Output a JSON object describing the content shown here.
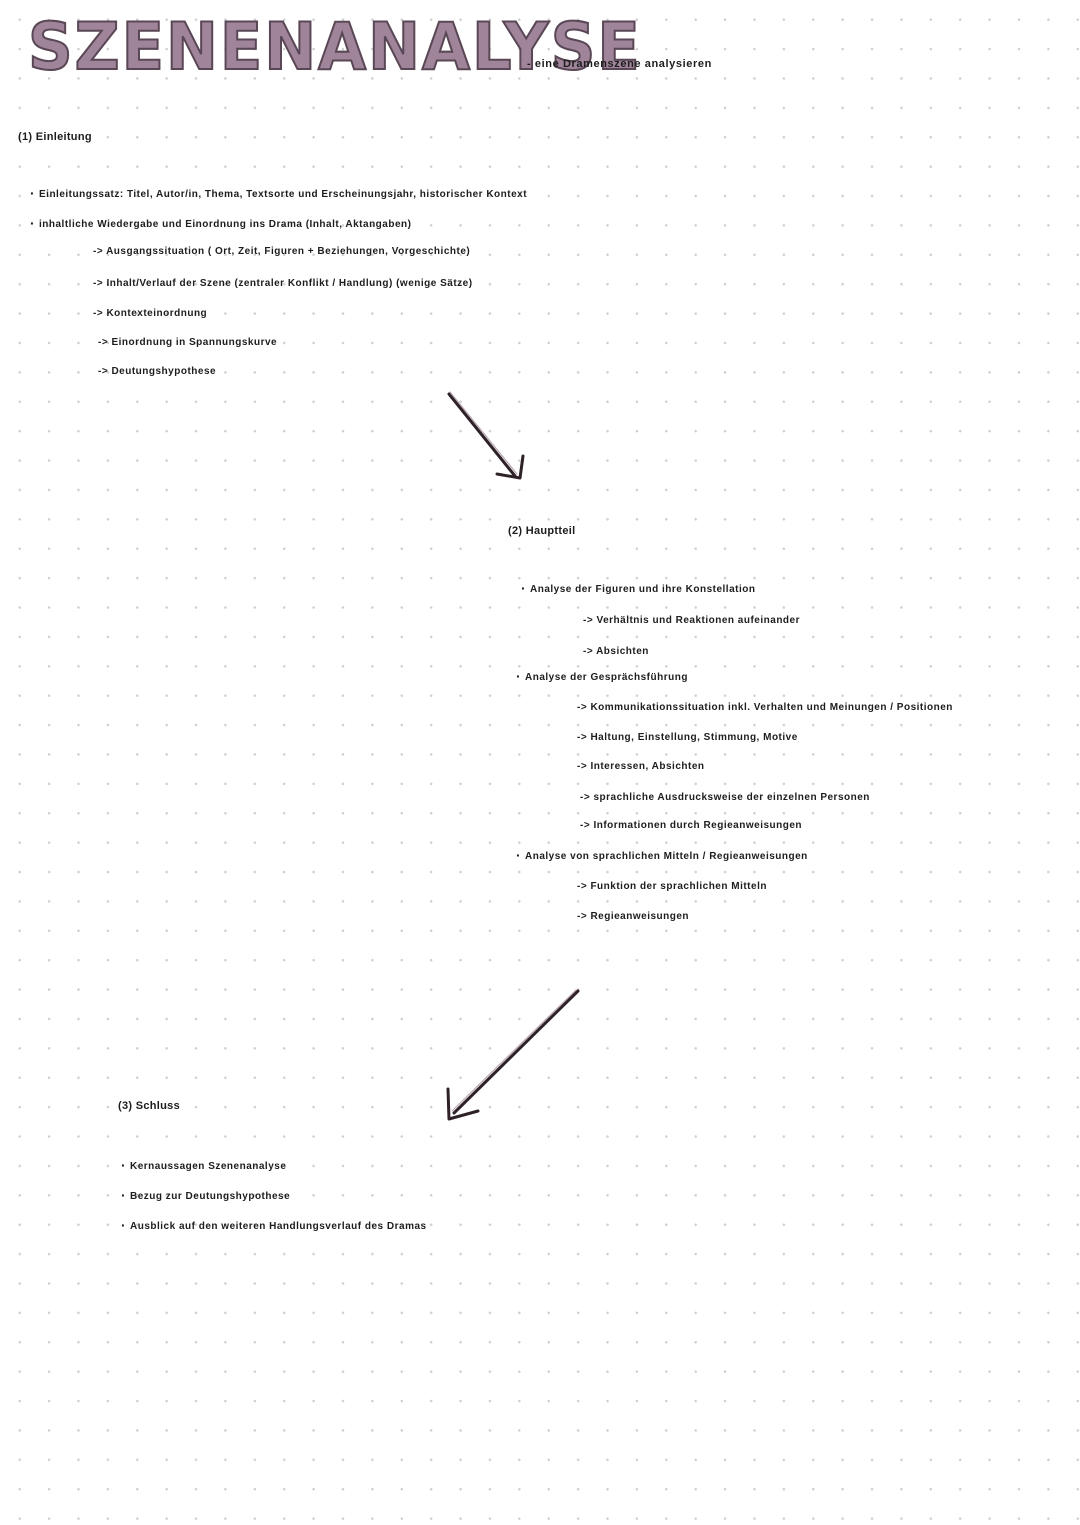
{
  "title": "SZENENANALYSE",
  "subtitle": "- eine Dramenszene analysieren",
  "section1": {
    "heading": "(1) Einleitung",
    "items": [
      "Einleitungssatz: Titel, Autor/in, Thema, Textsorte und Erscheinungsjahr, historischer Kontext",
      "inhaltliche Wiedergabe und Einordnung ins Drama (Inhalt, Aktangaben)"
    ],
    "subitems": [
      "-> Ausgangssituation ( Ort, Zeit, Figuren + Beziehungen, Vorgeschichte)",
      "-> Inhalt/Verlauf der Szene (zentraler Konflikt / Handlung) (wenige Sätze)",
      "-> Kontexteinordnung",
      "-> Einordnung in Spannungskurve",
      "-> Deutungshypothese"
    ]
  },
  "section2": {
    "heading": "(2) Hauptteil",
    "groups": [
      {
        "label": "Analyse der Figuren und ihre Konstellation",
        "subitems": [
          "-> Verhältnis und Reaktionen aufeinander",
          "-> Absichten"
        ]
      },
      {
        "label": "Analyse der Gesprächsführung",
        "subitems": [
          "-> Kommunikationssituation inkl. Verhalten und Meinungen / Positionen",
          "-> Haltung, Einstellung, Stimmung, Motive",
          "-> Interessen, Absichten",
          "-> sprachliche Ausdrucksweise der einzelnen Personen",
          "-> Informationen durch Regieanweisungen"
        ]
      },
      {
        "label": "Analyse von sprachlichen Mitteln / Regieanweisungen",
        "subitems": [
          "-> Funktion der sprachlichen Mitteln",
          "-> Regieanweisungen"
        ]
      }
    ]
  },
  "section3": {
    "heading": "(3) Schluss",
    "items": [
      "Kernaussagen Szenenanalyse",
      "Bezug zur Deutungshypothese",
      "Ausblick auf den weiteren Handlungsverlauf des Dramas"
    ]
  },
  "colors": {
    "title_fill": "#a0859a",
    "title_outline": "#5a4756",
    "arrow": "#2e2228",
    "dot_grid": "#cfcfcf",
    "ink": "#1d1d1d"
  }
}
